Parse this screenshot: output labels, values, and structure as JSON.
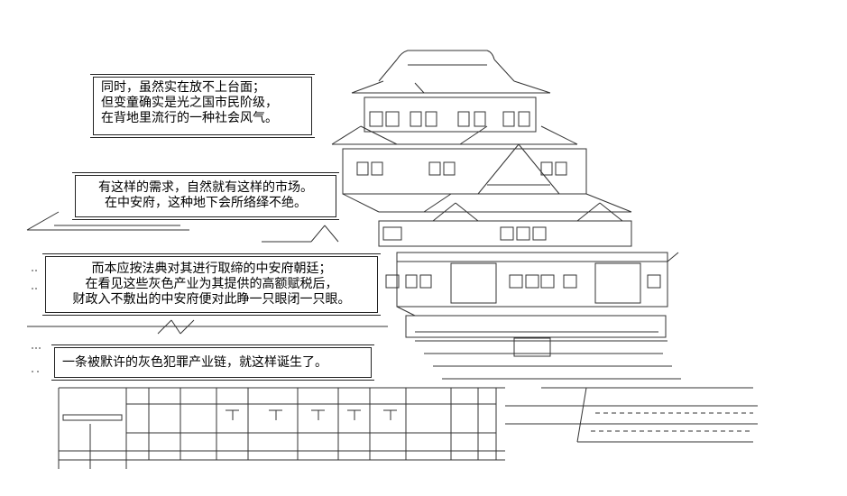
{
  "captions": {
    "box1": [
      "同时，虽然实在放不上台面；",
      "但变童确实是光之国市民阶级，",
      "在背地里流行的一种社会风气。"
    ],
    "box2": [
      "有这样的需求，自然就有这样的市场。",
      "在中安府，这种地下会所络绎不绝。"
    ],
    "box3": [
      "而本应按法典对其进行取缔的中安府朝廷；",
      "在看见这些灰色产业为其提供的高额赋税后，",
      "财政入不敷出的中安府便对此睁一只眼闭一只眼。"
    ],
    "box4": [
      "一条被默许的灰色犯罪产业链，就这样诞生了。"
    ]
  },
  "colors": {
    "ink": "#222222",
    "paper": "#ffffff"
  }
}
